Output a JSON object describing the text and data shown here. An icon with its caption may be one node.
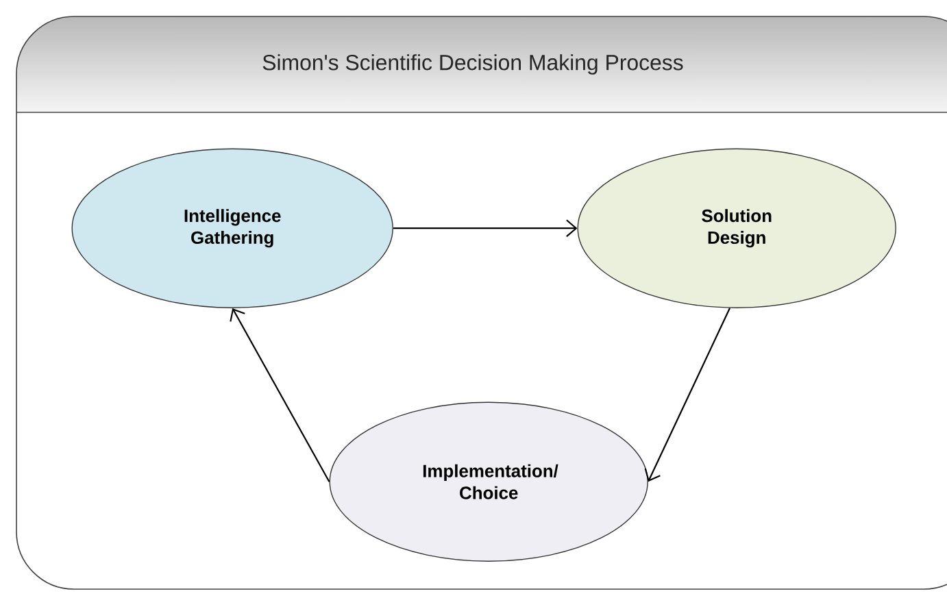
{
  "diagram": {
    "nodes": [
      {
        "text": [
          "Simon's Scientific Decision Making Process"
        ]
      },
      {
        "text": [
          "Intelligence Gathering"
        ],
        "in": 0
      },
      {
        "text": [
          "Solution Design"
        ],
        "in": 0
      },
      {
        "text": [
          "Implementation/ Choice"
        ],
        "in": 0
      }
    ],
    "edges": [
      {
        "from": 1,
        "to": 2,
        "arrow": "to"
      },
      {
        "from": 2,
        "to": 3,
        "arrow": "to"
      },
      {
        "from": 3,
        "to": 1,
        "arrow": "to"
      }
    ]
  }
}
